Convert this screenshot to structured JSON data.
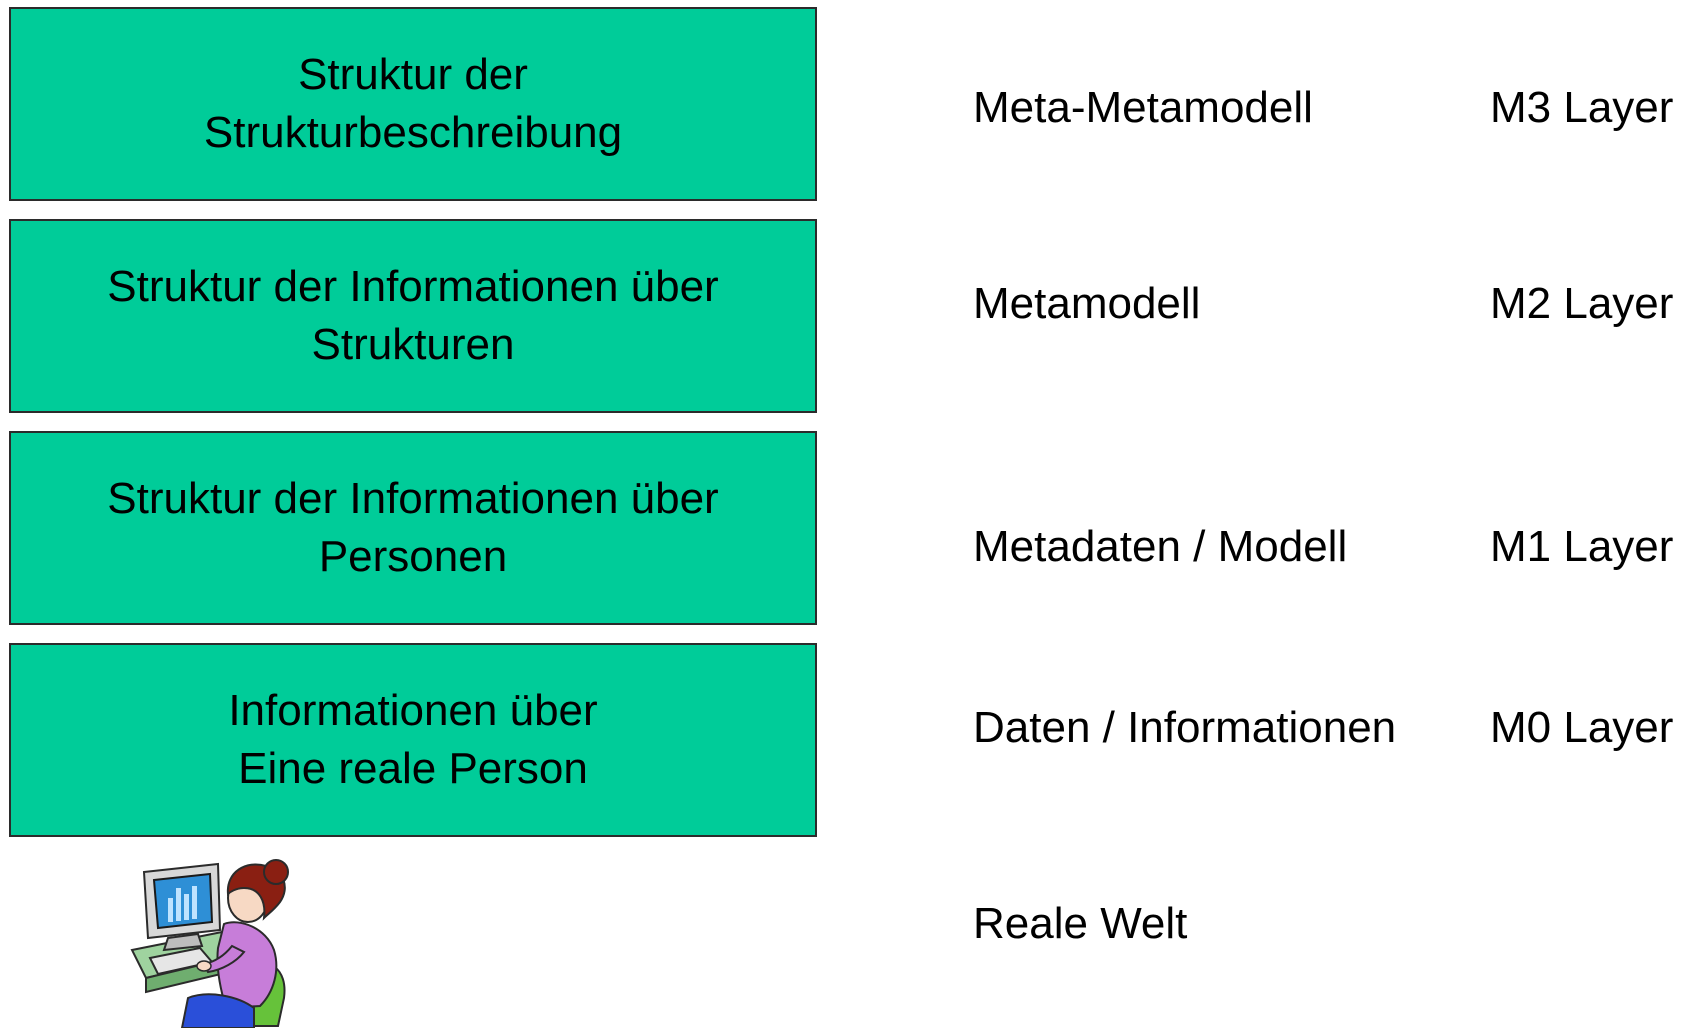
{
  "boxes": [
    {
      "line1": "Struktur der",
      "line2": "Strukturbeschreibung"
    },
    {
      "line1": "Struktur der Informationen über",
      "line2": "Strukturen"
    },
    {
      "line1": "Struktur der Informationen über",
      "line2": "Personen"
    },
    {
      "line1": "Informationen über",
      "line2": "Eine reale Person"
    }
  ],
  "labels": [
    {
      "desc": "Meta-Metamodell",
      "layer": "M3 Layer"
    },
    {
      "desc": "Metamodell",
      "layer": "M2 Layer"
    },
    {
      "desc": "Metadaten / Modell",
      "layer": "M1 Layer"
    },
    {
      "desc": "Daten / Informationen",
      "layer": "M0 Layer"
    },
    {
      "desc": "Reale Welt",
      "layer": ""
    }
  ],
  "illustration": "person-at-computer-icon",
  "colors": {
    "box_fill": "#00cc99",
    "box_border": "#2b2b2b",
    "text": "#000000"
  }
}
